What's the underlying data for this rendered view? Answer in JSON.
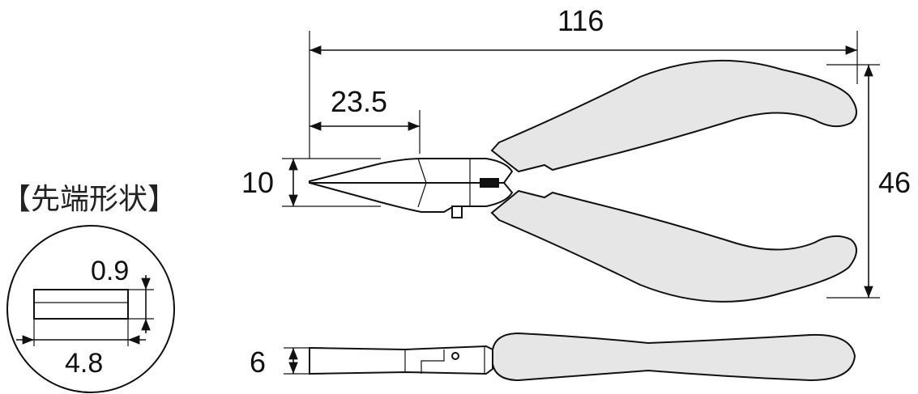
{
  "tip_section": {
    "title": "【先端形状】",
    "thickness": "0.9",
    "width": "4.8"
  },
  "dimensions": {
    "overall_length": "116",
    "jaw_length": "23.5",
    "head_height": "10",
    "overall_height": "46",
    "side_thickness": "6"
  },
  "colors": {
    "handle_fill": "#e6e6e6",
    "line": "#111111"
  }
}
